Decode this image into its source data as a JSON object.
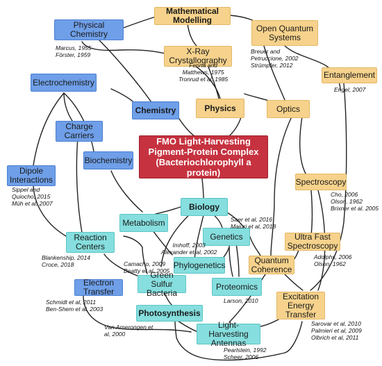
{
  "nodes": {
    "mathematical_modelling": {
      "label": "Mathematical Modelling"
    },
    "physical_chemistry": {
      "label": "Physical Chemistry"
    },
    "open_quantum_systems": {
      "label": "Open Quantum Systems"
    },
    "xray_crystallography": {
      "label": "X-Ray Crystallography"
    },
    "entanglement": {
      "label": "Entanglement"
    },
    "electrochemistry": {
      "label": "Electrochemistry"
    },
    "chemistry": {
      "label": "Chemistry"
    },
    "physics": {
      "label": "Physics"
    },
    "optics": {
      "label": "Optics"
    },
    "charge_carriers": {
      "label": "Charge Carriers"
    },
    "fmo_complex": {
      "label": "FMO Light-Harvesting Pigment-Protein Complex (Bacteriochlorophyll a protein)"
    },
    "biochemistry": {
      "label": "Biochemistry"
    },
    "dipole_interactions": {
      "label": "Dipole Interactions"
    },
    "spectroscopy": {
      "label": "Spectroscopy"
    },
    "biology": {
      "label": "Biology"
    },
    "metabolism": {
      "label": "Metabolism"
    },
    "genetics": {
      "label": "Genetics"
    },
    "reaction_centers": {
      "label": "Reaction Centers"
    },
    "ultra_fast_spectroscopy": {
      "label": "Ultra Fast Spectroscopy"
    },
    "phylogenetics": {
      "label": "Phylogenetics"
    },
    "quantum_coherence": {
      "label": "Quantum Coherence"
    },
    "green_sulfur_bacteria": {
      "label": "Green Sulfur Bacteria"
    },
    "electron_transfer": {
      "label": "Electron Transfer"
    },
    "proteomics": {
      "label": "Proteomics"
    },
    "excitation_energy_transfer": {
      "label": "Excitation Energy Transfer"
    },
    "photosynthesis": {
      "label": "Photosynthesis"
    },
    "light_harvesting_antennas": {
      "label": "Light-Harvesting Antennas"
    }
  },
  "references": {
    "physical_chemistry": [
      "Marcus, 1955",
      "Förster, 1959"
    ],
    "xray_crystallography": [
      "Fenna and",
      "Matthews, 1975",
      "Tronrud et al. 1985"
    ],
    "open_quantum_systems": [
      "Breuer and",
      "Petruccione, 2002",
      "Strümpfer, 2012"
    ],
    "entanglement": [
      "Engel, 2007"
    ],
    "spectroscopy": [
      "Cho, 2006",
      "Olson, 1962",
      "Brixner et al. 2005"
    ],
    "dipole_interactions": [
      "Sippel and",
      "Quiocho, 2015",
      "Müh et al, 2007"
    ],
    "biology": [
      "Saer et al, 2016",
      "Maiuri et al, 2018"
    ],
    "genetics": [
      "Imhoff, 2003",
      "Alexander et al, 2002"
    ],
    "reaction_centers": [
      "Blankenship, 2014",
      "Croce, 2018"
    ],
    "phylogenetics": [
      "Camacho, 2009",
      "Beatty et al, 2005"
    ],
    "ultra_fast_spectroscopy": [
      "Adolphs, 2006",
      "Olson, 1962"
    ],
    "electron_transfer": [
      "Schmidt et al, 2011",
      "Ben-Shem et al, 2003"
    ],
    "proteomics": [
      "Larson, 2010"
    ],
    "excitation_energy_transfer": [
      "Sarovar et al, 2010",
      "Palmieri et al, 2009",
      "Olbrich et al, 2011"
    ],
    "photosynthesis": [
      "Van Amerongen et",
      "al, 2000"
    ],
    "light_harvesting_antennas": [
      "Pearlstein, 1992",
      "Scheer, 2006"
    ]
  },
  "colors": {
    "blue_node": "#6f9fe8",
    "yellow_node": "#f6d28c",
    "teal_node": "#86dede",
    "central_node": "#c6323f",
    "link": "#222222"
  }
}
